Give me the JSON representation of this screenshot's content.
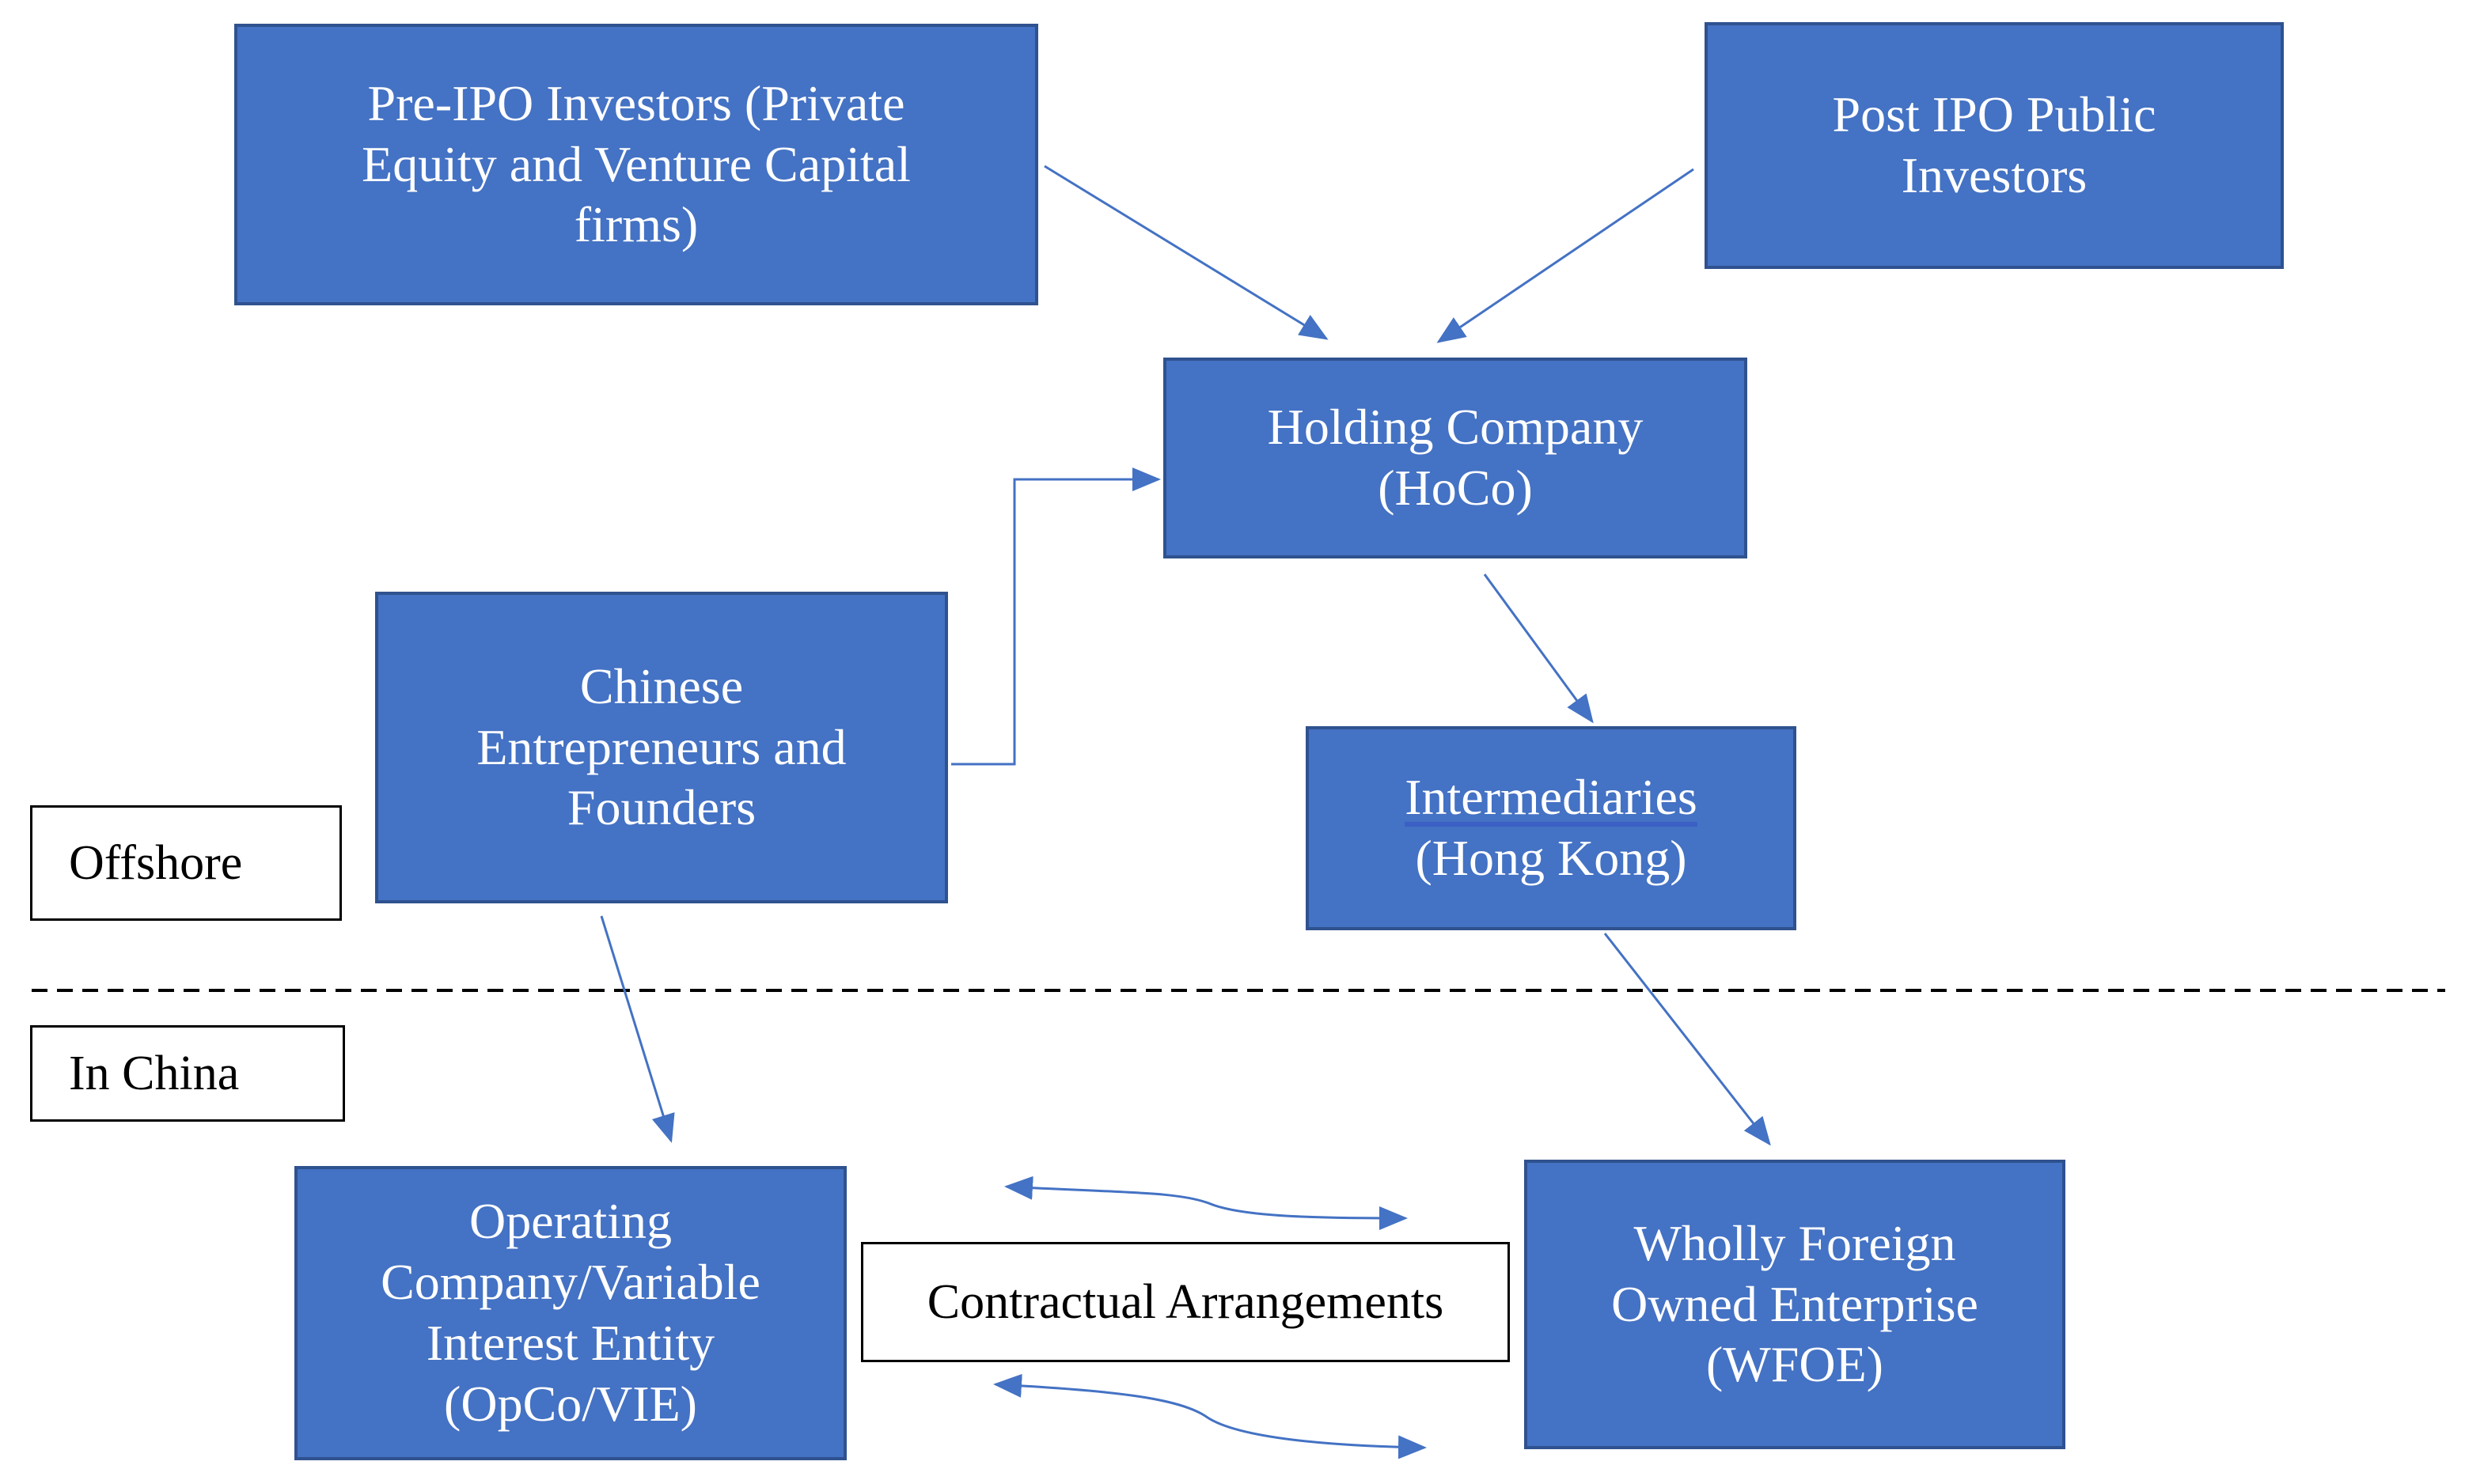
{
  "diagram": {
    "nodes": {
      "pre_ipo": {
        "lines": [
          "Pre-IPO Investors (Private",
          "Equity and Venture Capital",
          "firms)"
        ]
      },
      "post_ipo": {
        "lines": [
          "Post IPO Public",
          "Investors"
        ]
      },
      "hoco": {
        "lines": [
          "Holding Company",
          "(HoCo)"
        ]
      },
      "founders": {
        "lines": [
          "Chinese",
          "Entrepreneurs and",
          "Founders"
        ]
      },
      "intermediaries": {
        "lines": [
          "Intermediaries",
          "(Hong Kong)"
        ]
      },
      "opco": {
        "lines": [
          "Operating",
          "Company/Variable",
          "Interest Entity",
          "(OpCo/VIE)"
        ]
      },
      "wfoe": {
        "lines": [
          "Wholly Foreign",
          "Owned Enterprise",
          "(WFOE)"
        ]
      }
    },
    "labels": {
      "offshore": "Offshore",
      "in_china": "In China",
      "contractual": "Contractual Arrangements"
    },
    "edges": [
      {
        "from": "pre_ipo",
        "to": "hoco"
      },
      {
        "from": "post_ipo",
        "to": "hoco"
      },
      {
        "from": "founders",
        "to": "hoco"
      },
      {
        "from": "hoco",
        "to": "intermediaries"
      },
      {
        "from": "founders",
        "to": "opco"
      },
      {
        "from": "intermediaries",
        "to": "wfoe"
      },
      {
        "between": [
          "opco",
          "wfoe"
        ],
        "direction": "both"
      },
      {
        "between": [
          "opco",
          "wfoe"
        ],
        "direction": "both"
      }
    ],
    "colors": {
      "box_fill": "#4472c4",
      "box_border": "#2f528f",
      "arrow": "#4472c4"
    }
  }
}
